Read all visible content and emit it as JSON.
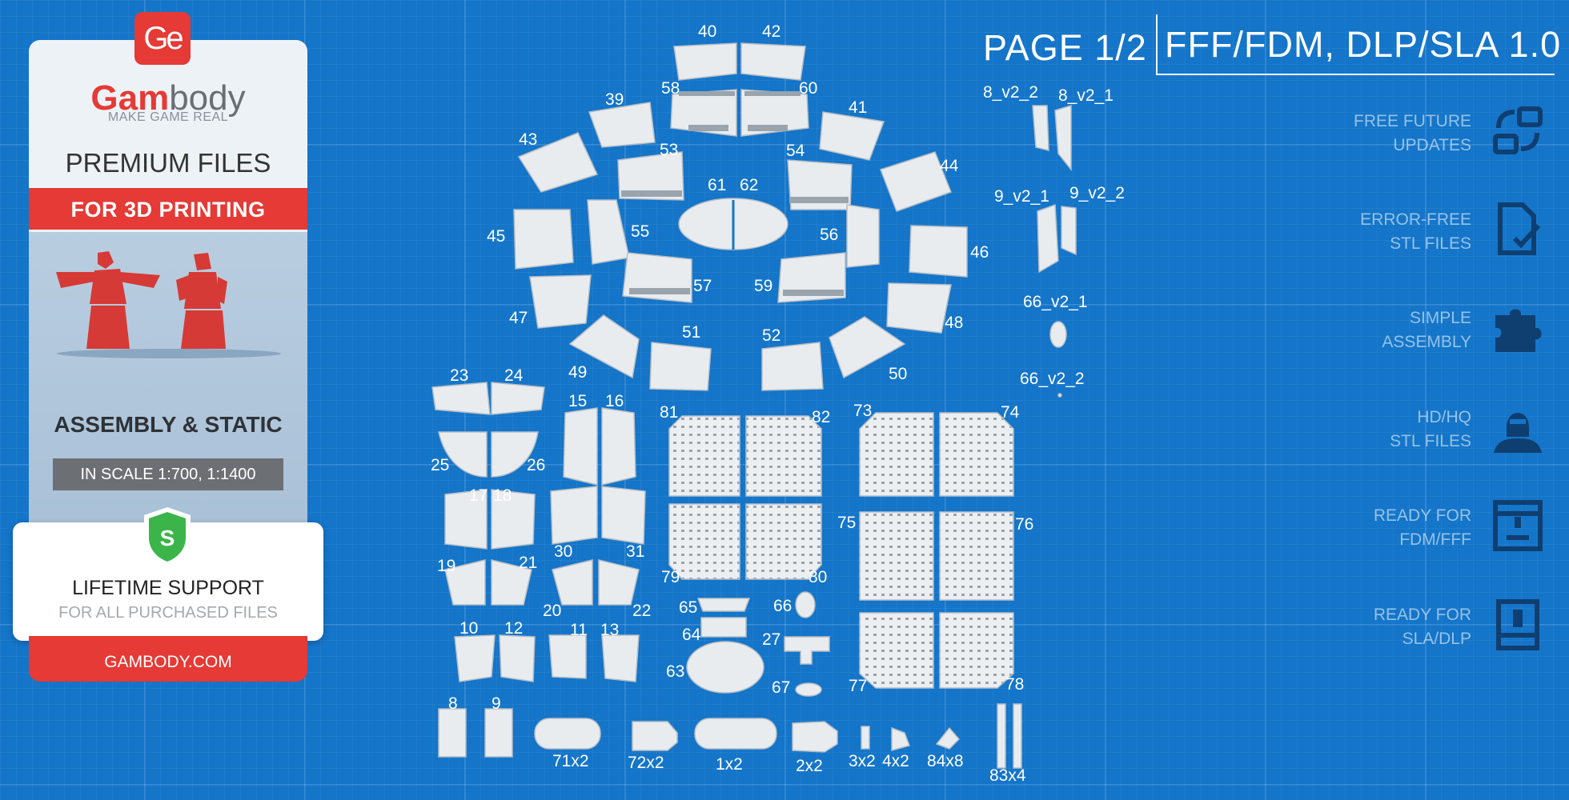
{
  "brand": {
    "badge": "Ge",
    "name_red": "Gam",
    "name_grey": "body",
    "tagline": "MAKE GAME REAL",
    "premium": "PREMIUM FILES",
    "for_printing": "FOR 3D PRINTING",
    "assembly": "ASSEMBLY & STATIC",
    "scale": "IN SCALE 1:700, 1:1400",
    "shield_letter": "S",
    "support_title": "LIFETIME SUPPORT",
    "support_sub": "FOR ALL PURCHASED FILES",
    "site": "GAMBODY.COM"
  },
  "header": {
    "page": "PAGE 1/2",
    "formats": "FFF/FDM, DLP/SLA 1.0"
  },
  "features": [
    {
      "line1": "FREE FUTURE",
      "line2": "UPDATES",
      "icon": "update-arrows-icon"
    },
    {
      "line1": "ERROR-FREE",
      "line2": "STL FILES",
      "icon": "file-check-icon"
    },
    {
      "line1": "SIMPLE",
      "line2": "ASSEMBLY",
      "icon": "puzzle-icon"
    },
    {
      "line1": "HD/HQ",
      "line2": "STL FILES",
      "icon": "helmet-icon"
    },
    {
      "line1": "READY FOR",
      "line2": "FDM/FFF",
      "icon": "fdm-printer-icon"
    },
    {
      "line1": "READY FOR",
      "line2": "SLA/DLP",
      "icon": "sla-printer-icon"
    }
  ],
  "colors": {
    "background": "#1475c9",
    "accent_red": "#e53a35",
    "part_white": "#e9ecef"
  },
  "part_labels": {
    "p40": "40",
    "p42": "42",
    "p58": "58",
    "p60": "60",
    "p39": "39",
    "p41": "41",
    "p43": "43",
    "p44": "44",
    "p53": "53",
    "p54": "54",
    "p61": "61",
    "p62": "62",
    "p45": "45",
    "p46": "46",
    "p55": "55",
    "p56": "56",
    "p57": "57",
    "p59": "59",
    "p47": "47",
    "p48": "48",
    "p51": "51",
    "p52": "52",
    "p49": "49",
    "p50": "50",
    "p23": "23",
    "p24": "24",
    "p25": "25",
    "p26": "26",
    "p15": "15",
    "p16": "16",
    "p17": "17",
    "p18": "18",
    "p19": "19",
    "p21": "21",
    "p30": "30",
    "p31": "31",
    "p20": "20",
    "p22": "22",
    "p10": "10",
    "p12": "12",
    "p11": "11",
    "p13": "13",
    "p8": "8",
    "p9": "9",
    "p81": "81",
    "p82": "82",
    "p79": "79",
    "p80": "80",
    "p73": "73",
    "p74": "74",
    "p75": "75",
    "p76": "76",
    "p77": "77",
    "p78": "78",
    "p65": "65",
    "p64": "64",
    "p63": "63",
    "p66": "66",
    "p27": "27",
    "p67": "67",
    "p71x2": "71x2",
    "p72x2": "72x2",
    "p1x2": "1x2",
    "p2x2": "2x2",
    "p3x2": "3x2",
    "p4x2": "4x2",
    "p84x8": "84x8",
    "p83x4": "83x4",
    "p8_v2_2": "8_v2_2",
    "p8_v2_1": "8_v2_1",
    "p9_v2_1": "9_v2_1",
    "p9_v2_2": "9_v2_2",
    "p66_v2_1": "66_v2_1",
    "p66_v2_2": "66_v2_2"
  }
}
